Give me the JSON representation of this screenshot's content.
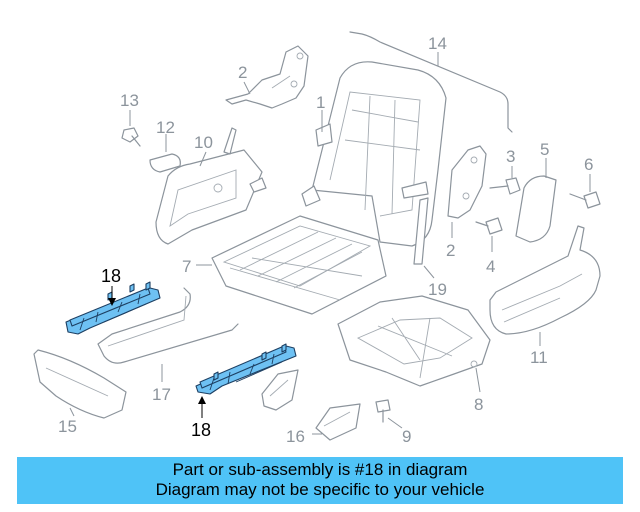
{
  "diagram": {
    "highlight_color": "#6ec1f3",
    "banner_color": "#4fc3f7",
    "callouts": {
      "c1": "1",
      "c2a": "2",
      "c2b": "2",
      "c3": "3",
      "c4": "4",
      "c5": "5",
      "c6": "6",
      "c7": "7",
      "c8": "8",
      "c9": "9",
      "c10": "10",
      "c11": "11",
      "c12": "12",
      "c13": "13",
      "c14": "14",
      "c15": "15",
      "c16": "16",
      "c17": "17",
      "c18a": "18",
      "c18b": "18",
      "c19": "19"
    }
  },
  "banner": {
    "line1": "Part or sub-assembly is #18 in diagram",
    "line2": "Diagram may not be specific to your vehicle"
  }
}
